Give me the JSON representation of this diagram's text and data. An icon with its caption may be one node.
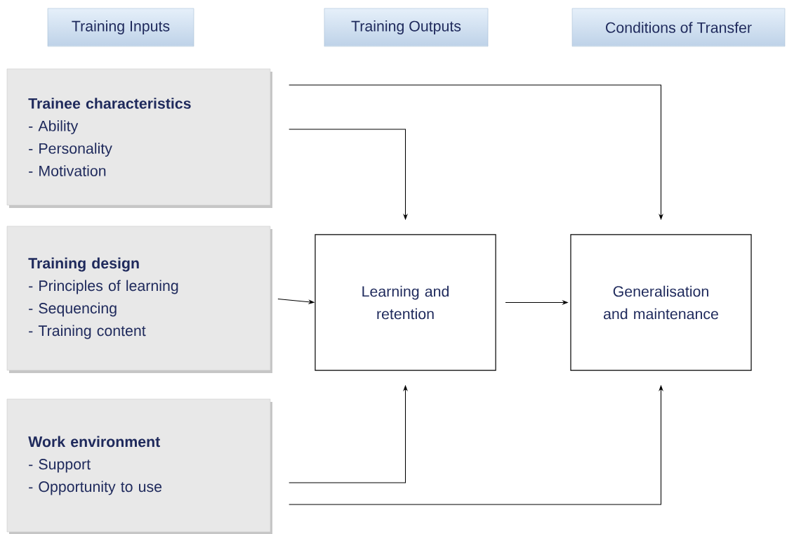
{
  "diagram": {
    "nodes": [
      {
        "text": [
          "Training Inputs"
        ]
      },
      {
        "text": [
          "Training Outputs"
        ]
      },
      {
        "text": [
          "Conditions of Transfer"
        ]
      },
      {
        "text": [
          "Trainee characteristics",
          "- Ability",
          "- Personality",
          "- Motivation"
        ]
      },
      {
        "text": [
          "Training design",
          "- Principles of learning",
          "- Sequencing",
          "- Training content"
        ]
      },
      {
        "text": [
          "Work environment",
          "- Support",
          "- Opportunity to use"
        ]
      },
      {
        "text": [
          "Learning and retention"
        ]
      },
      {
        "text": [
          "Generalisation and maintenance"
        ]
      }
    ],
    "edges": [
      {
        "from": 3,
        "to": 7,
        "arrow": "to"
      },
      {
        "from": 3,
        "to": 6,
        "arrow": "to"
      },
      {
        "from": 4,
        "to": 6,
        "arrow": "to"
      },
      {
        "from": 6,
        "to": 7,
        "arrow": "to"
      },
      {
        "from": 5,
        "to": 6,
        "arrow": "to"
      },
      {
        "from": 5,
        "to": 7,
        "arrow": "to"
      }
    ]
  }
}
